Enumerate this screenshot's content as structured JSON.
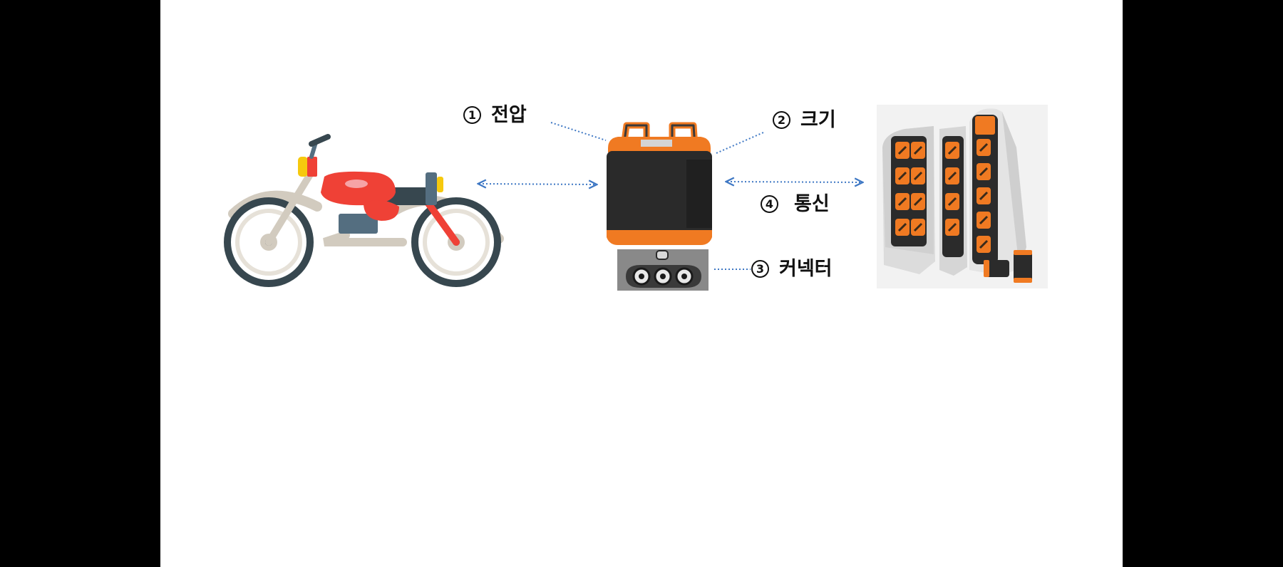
{
  "labels": {
    "voltage": {
      "num": "1",
      "text": "전압"
    },
    "size": {
      "num": "2",
      "text": "크기"
    },
    "connector": {
      "num": "3",
      "text": "커넥터"
    },
    "comm": {
      "num": "4",
      "text": "통신"
    }
  },
  "colors": {
    "frame": "#000000",
    "background": "#ffffff",
    "accent_orange": "#f07a22",
    "motorcycle_red": "#ef4136",
    "link_blue": "#3f78c4"
  },
  "icons": [
    "motorcycle-icon",
    "battery-pack-icon",
    "connector-photo-icon",
    "battery-swap-station-icon"
  ]
}
